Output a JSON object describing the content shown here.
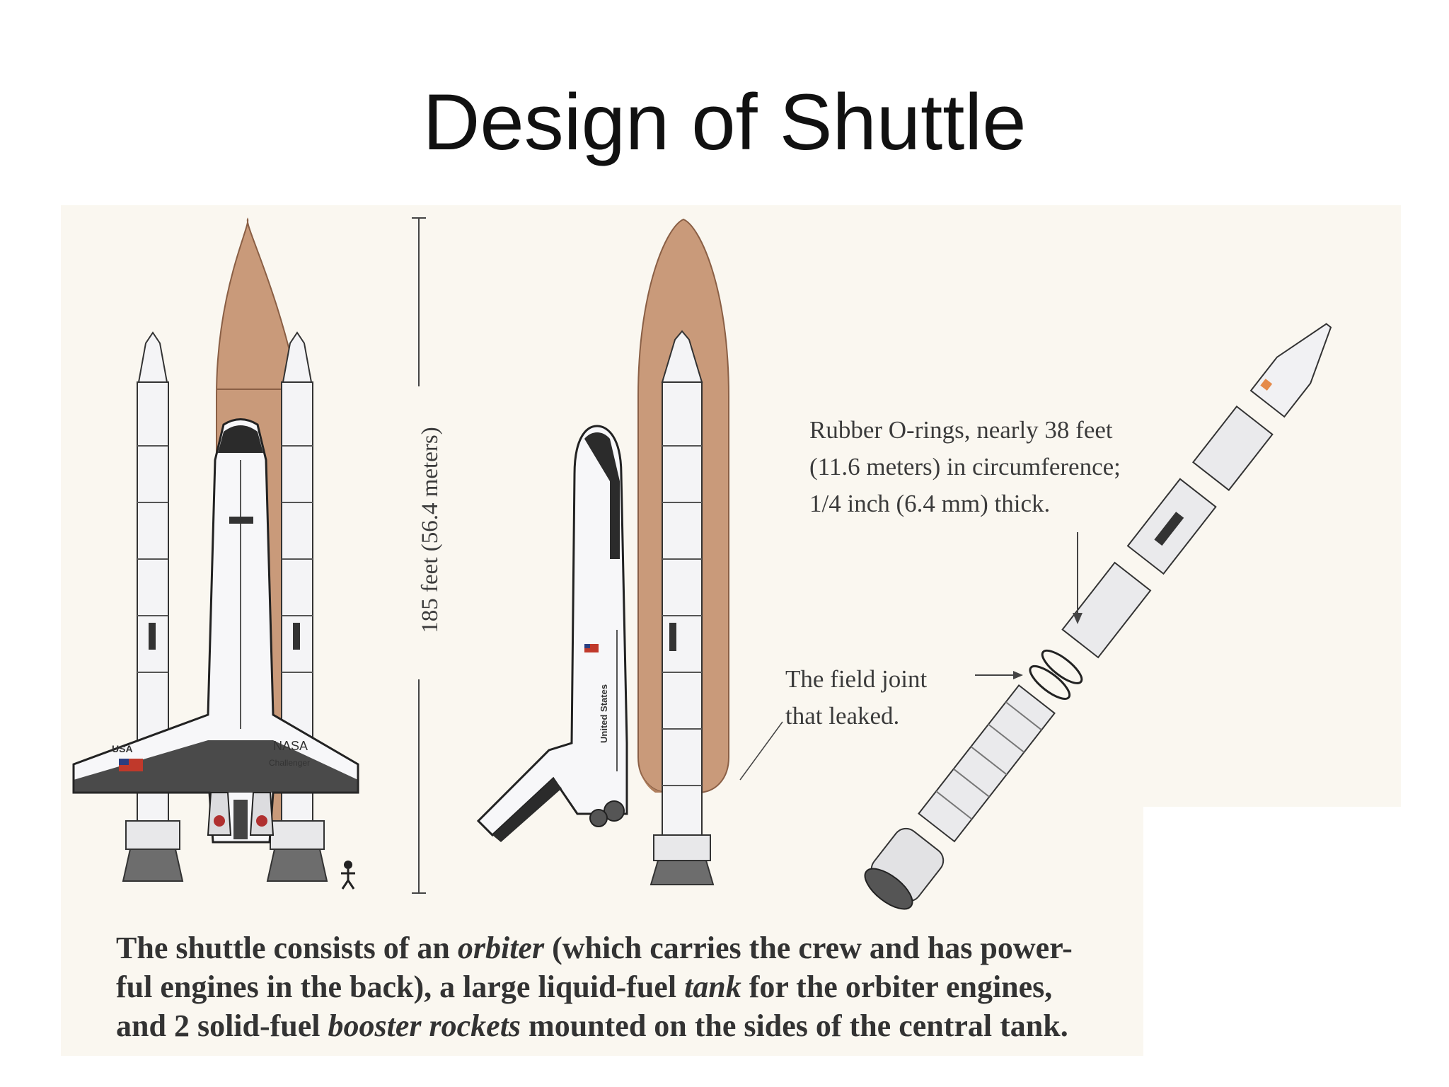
{
  "slide": {
    "title": "Design of Shuttle"
  },
  "figure": {
    "height_label": "185 feet (56.4 meters)",
    "oring_label_lines": [
      "Rubber O-rings, nearly 38 feet",
      "(11.6 meters) in circumference;",
      "1/4 inch (6.4 mm) thick."
    ],
    "field_joint_lines": [
      "The field joint",
      "that leaked."
    ],
    "caption_segments": [
      {
        "text": "The shuttle consists of an ",
        "italic": false
      },
      {
        "text": "orbiter",
        "italic": true
      },
      {
        "text": " (which carries the crew and has power-",
        "italic": false
      },
      {
        "text": "ful engines in the back), a large liquid-fuel ",
        "italic": false
      },
      {
        "text": "tank",
        "italic": true
      },
      {
        "text": " for the orbiter engines, ",
        "italic": false
      },
      {
        "text": "and 2 solid-fuel ",
        "italic": false
      },
      {
        "text": "booster rockets",
        "italic": true
      },
      {
        "text": " mounted on the sides of the central tank.",
        "italic": false
      }
    ],
    "orbiter_markings": {
      "country": "USA",
      "agency": "NASA",
      "name": "Challenger",
      "side_text": "United States"
    }
  },
  "colors": {
    "paper": "#faf7f0",
    "tank": "#c99a7a",
    "tank_shade": "#b0805f",
    "booster": "#f4f4f6",
    "orbiter_black": "#2b2b2b",
    "ink": "#3b3b3b"
  }
}
